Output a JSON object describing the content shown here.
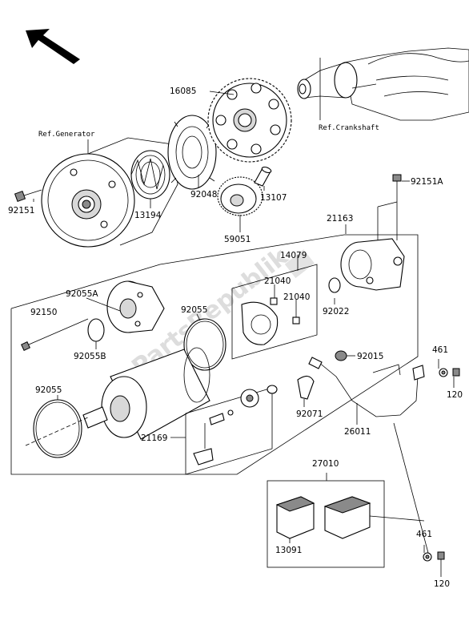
{
  "refs": {
    "generator": "Ref.Generator",
    "crankshaft": "Ref.Crankshaft"
  },
  "labels": {
    "p16085": "16085",
    "p92151a": "92151A",
    "p92151": "92151",
    "p13194": "13194",
    "p92048": "92048",
    "p13107": "13107",
    "p59051": "59051",
    "p21163": "21163",
    "p14079": "14079",
    "p21040a": "21040",
    "p21040b": "21040",
    "p92022": "92022",
    "p92055a": "92055A",
    "p92150": "92150",
    "p92055b": "92055B",
    "p92055c": "92055",
    "p92055d": "92055",
    "p92015": "92015",
    "p461a": "461",
    "p120a": "120",
    "p92071": "92071",
    "p26011": "26011",
    "p21169": "21169",
    "p27010": "27010",
    "p13091": "13091",
    "p461b": "461",
    "p120b": "120"
  },
  "watermark": {
    "text": "PartsRepublik",
    "logo": "PR"
  },
  "icons": {
    "direction": "front-direction-arrow-icon"
  }
}
